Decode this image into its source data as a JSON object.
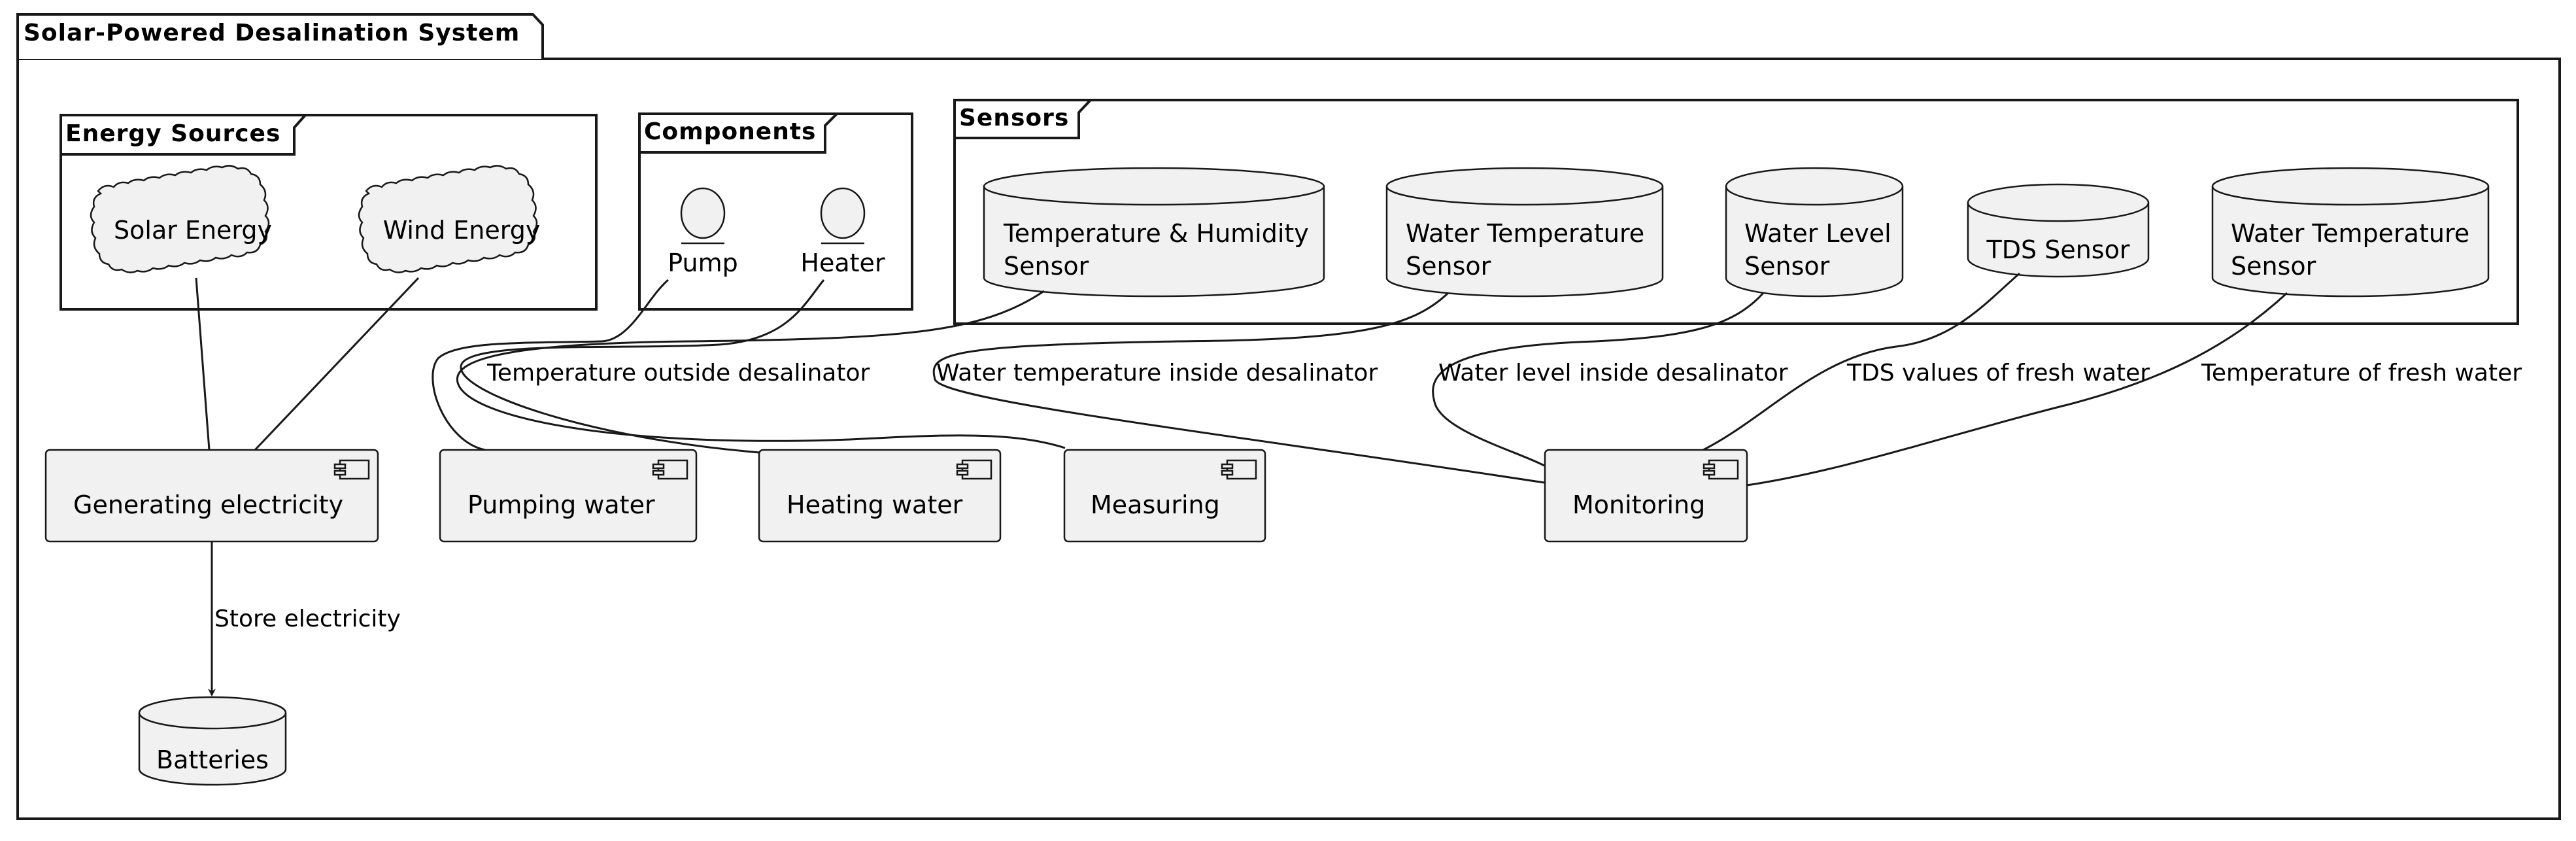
{
  "packages": {
    "system": "Solar-Powered Desalination System",
    "energy": "Energy Sources",
    "components": "Components",
    "sensors": "Sensors"
  },
  "energy_nodes": {
    "solar": "Solar Energy",
    "wind": "Wind Energy"
  },
  "component_nodes": {
    "pump": "Pump",
    "heater": "Heater"
  },
  "sensor_nodes": {
    "temp_humidity": [
      "Temperature & Humidity",
      "Sensor"
    ],
    "water_temp_1": [
      "Water Temperature",
      "Sensor"
    ],
    "water_level": [
      "Water Level",
      "Sensor"
    ],
    "tds": [
      "TDS Sensor"
    ],
    "water_temp_2": [
      "Water Temperature",
      "Sensor"
    ]
  },
  "processes": {
    "generating": "Generating electricity",
    "pumping": "Pumping water",
    "heating": "Heating water",
    "measuring": "Measuring",
    "monitoring": "Monitoring"
  },
  "storage": {
    "batteries": "Batteries"
  },
  "edge_labels": {
    "temp_outside": "Temperature outside desalinator",
    "water_temp_inside": "Water temperature inside desalinator",
    "water_level_inside": "Water level inside desalinator",
    "tds_values": "TDS values of fresh water",
    "temp_fresh": "Temperature of fresh water",
    "store_electricity": "Store electricity"
  }
}
